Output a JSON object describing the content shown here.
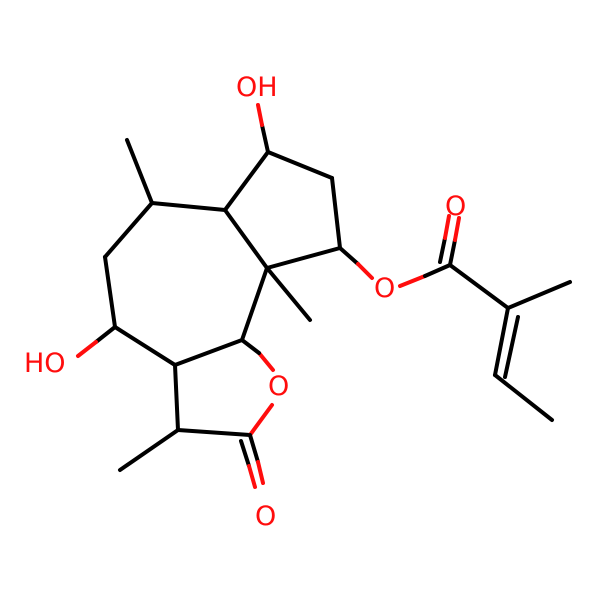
{
  "structure": {
    "atom_labels": {
      "oh_top": "OH",
      "oh_left": "HO",
      "ester_o": "O",
      "carbonyl_o_ester": "O",
      "ring_o": "O",
      "carbonyl_o_lactone": "O"
    },
    "colors": {
      "bond": "#000000",
      "heteroatom_oxygen": "#ff0d0d",
      "background": "#ffffff"
    }
  }
}
